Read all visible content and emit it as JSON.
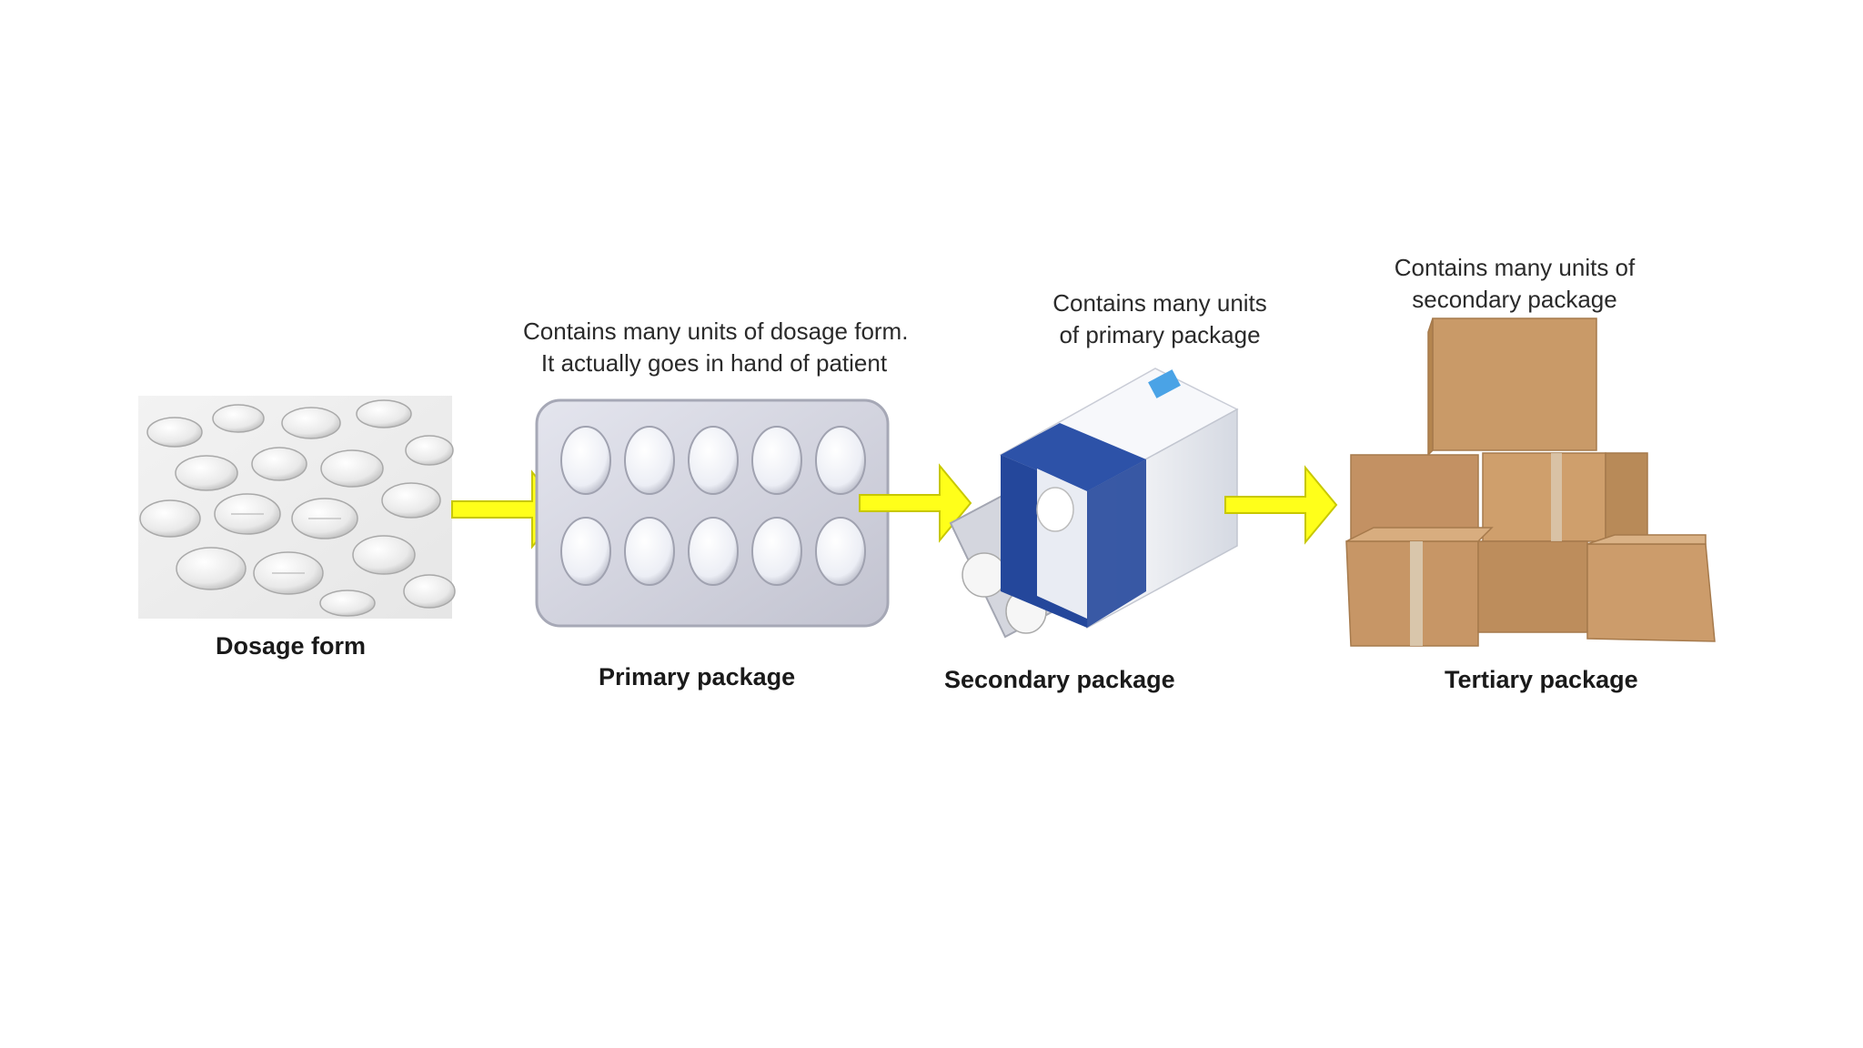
{
  "stages": [
    {
      "label": "Dosage form",
      "note": []
    },
    {
      "label": "Primary package",
      "note": [
        "Contains many units of dosage form.",
        "It actually goes in hand of patient"
      ]
    },
    {
      "label": "Secondary package",
      "note": [
        "Contains many units",
        "of primary package"
      ]
    },
    {
      "label": "Tertiary package",
      "note": [
        "Contains many units of",
        "secondary package"
      ]
    }
  ],
  "colors": {
    "arrow": "#ffff1a",
    "arrow_stroke": "#c8c800",
    "box_blue": "#24479b",
    "cardboard": "#c99a68"
  },
  "icons": [
    "tablets-photo",
    "blister-pack",
    "medicine-box",
    "cardboard-boxes",
    "arrow-right-icon"
  ]
}
